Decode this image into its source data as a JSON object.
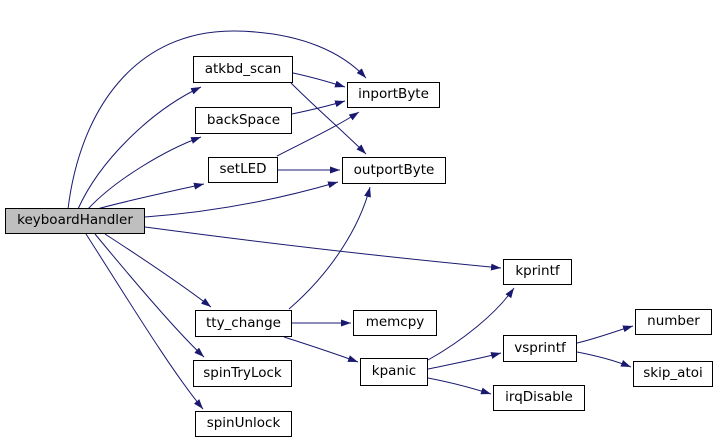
{
  "graph": {
    "type": "call-graph",
    "colors": {
      "edge": "#191970",
      "node_border": "#000000",
      "node_fill": "#ffffff",
      "root_fill": "#bfbfbf",
      "background": "#ffffff",
      "text": "#000000"
    },
    "nodes": [
      {
        "id": "keyboardHandler",
        "label": "keyboardHandler",
        "role": "root"
      },
      {
        "id": "atkbd_scan",
        "label": "atkbd_scan"
      },
      {
        "id": "backSpace",
        "label": "backSpace"
      },
      {
        "id": "setLED",
        "label": "setLED"
      },
      {
        "id": "inportByte",
        "label": "inportByte"
      },
      {
        "id": "outportByte",
        "label": "outportByte"
      },
      {
        "id": "kprintf",
        "label": "kprintf"
      },
      {
        "id": "tty_change",
        "label": "tty_change"
      },
      {
        "id": "memcpy",
        "label": "memcpy"
      },
      {
        "id": "spinTryLock",
        "label": "spinTryLock"
      },
      {
        "id": "spinUnlock",
        "label": "spinUnlock"
      },
      {
        "id": "kpanic",
        "label": "kpanic"
      },
      {
        "id": "vsprintf",
        "label": "vsprintf"
      },
      {
        "id": "irqDisable",
        "label": "irqDisable"
      },
      {
        "id": "number",
        "label": "number"
      },
      {
        "id": "skip_atoi",
        "label": "skip_atoi"
      }
    ],
    "edges": [
      {
        "from": "keyboardHandler",
        "to": "atkbd_scan"
      },
      {
        "from": "keyboardHandler",
        "to": "backSpace"
      },
      {
        "from": "keyboardHandler",
        "to": "setLED"
      },
      {
        "from": "keyboardHandler",
        "to": "inportByte"
      },
      {
        "from": "keyboardHandler",
        "to": "outportByte"
      },
      {
        "from": "keyboardHandler",
        "to": "kprintf"
      },
      {
        "from": "keyboardHandler",
        "to": "tty_change"
      },
      {
        "from": "keyboardHandler",
        "to": "spinTryLock"
      },
      {
        "from": "keyboardHandler",
        "to": "spinUnlock"
      },
      {
        "from": "atkbd_scan",
        "to": "inportByte"
      },
      {
        "from": "atkbd_scan",
        "to": "outportByte"
      },
      {
        "from": "backSpace",
        "to": "inportByte"
      },
      {
        "from": "setLED",
        "to": "inportByte"
      },
      {
        "from": "setLED",
        "to": "outportByte"
      },
      {
        "from": "tty_change",
        "to": "memcpy"
      },
      {
        "from": "tty_change",
        "to": "outportByte"
      },
      {
        "from": "tty_change",
        "to": "kpanic"
      },
      {
        "from": "kpanic",
        "to": "kprintf"
      },
      {
        "from": "kpanic",
        "to": "vsprintf"
      },
      {
        "from": "kpanic",
        "to": "irqDisable"
      },
      {
        "from": "vsprintf",
        "to": "number"
      },
      {
        "from": "vsprintf",
        "to": "skip_atoi"
      }
    ]
  }
}
